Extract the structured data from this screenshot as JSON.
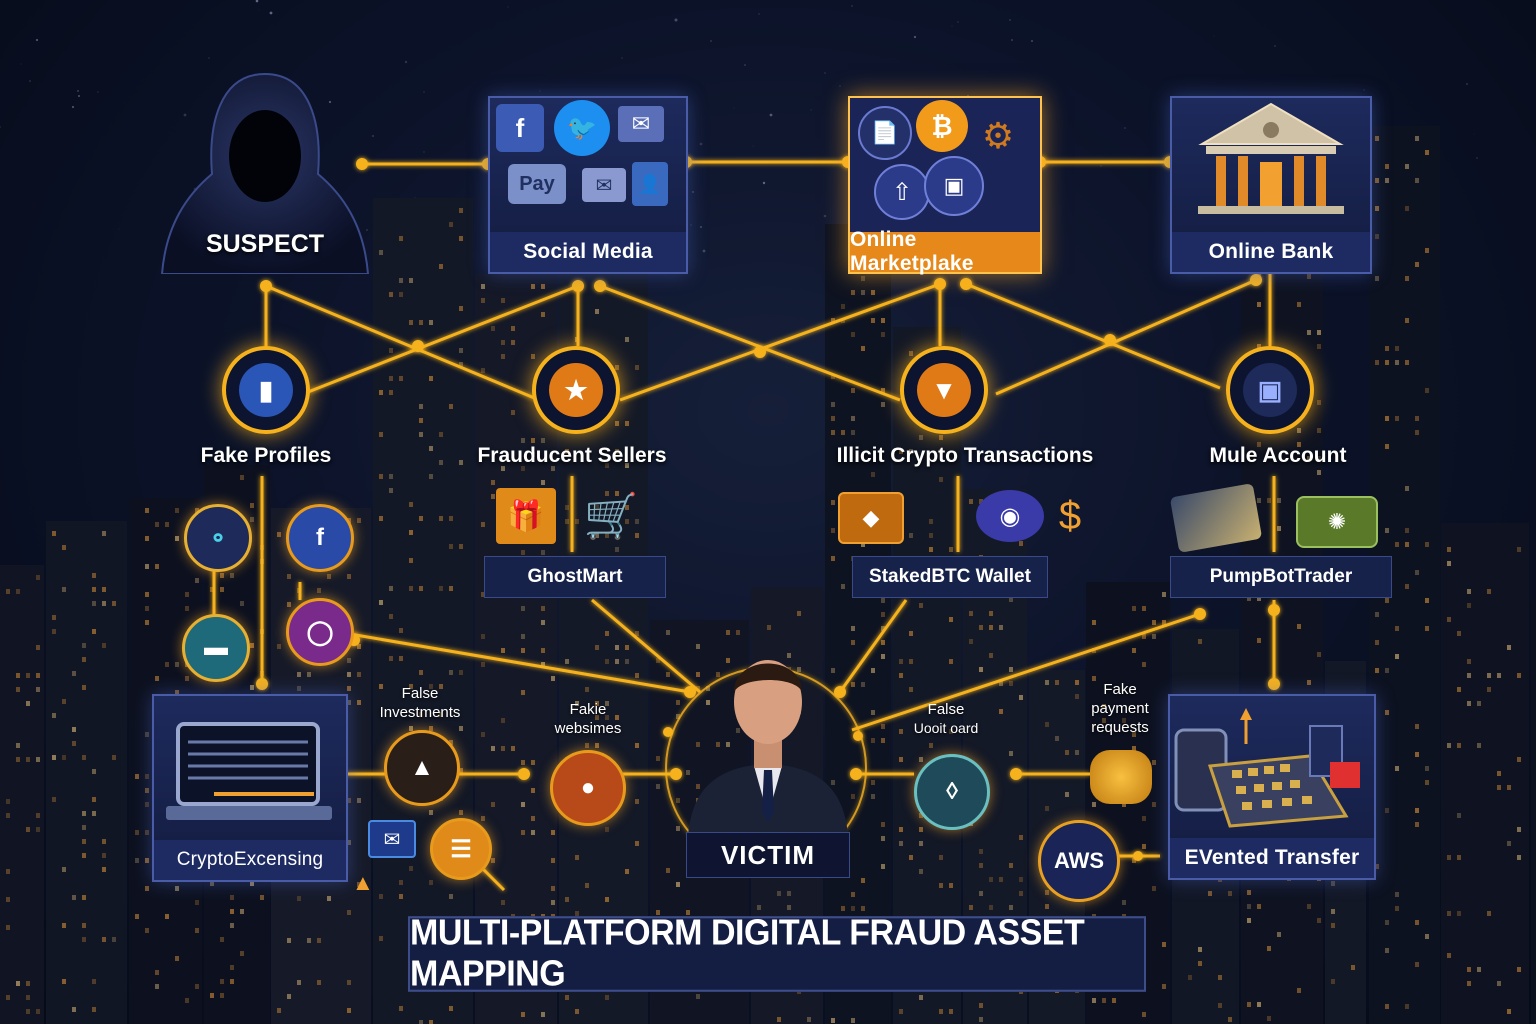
{
  "title": "MULTI-PLATFORM DIGITAL FRAUD ASSET MAPPING",
  "colors": {
    "link": "#f6b21c",
    "card_border": "#4a5ca8",
    "card_bg": "#1d2a5c",
    "accent_orange": "#e6891a",
    "background": "#0b1228"
  },
  "top_nodes": {
    "suspect": {
      "label": "SUSPECT",
      "icon": "hooded-figure-icon"
    },
    "social_media": {
      "label": "Social Media",
      "icons": [
        "facebook-icon",
        "twitter-icon",
        "mail-icon",
        "pay-icon",
        "mail-icon",
        "contact-card-icon"
      ],
      "pay_text": "Pay"
    },
    "online_marketplace": {
      "label": "Online Marketplake",
      "icons": [
        "document-icon",
        "bitcoin-icon",
        "gear-icon",
        "upload-icon",
        "camera-icon"
      ]
    },
    "online_bank": {
      "label": "Online Bank",
      "icon": "bank-building-icon"
    }
  },
  "mid_nodes": [
    {
      "label": "Fake Profiles",
      "icon": "profile-icon"
    },
    {
      "label": "Frauducent Sellers",
      "icon": "bag-icon"
    },
    {
      "label": "Illicit Crypto Transactions",
      "icon": "shield-icon"
    },
    {
      "label": "Mule Account",
      "icon": "basket-icon"
    }
  ],
  "sub_boxes": {
    "ghostmart": {
      "label": "GhostMart",
      "icons": [
        "gift-box-icon",
        "shopping-cart-icon"
      ]
    },
    "wallet": {
      "label": "StakedBTC Wallet",
      "icons": [
        "treasure-chest-icon",
        "coin-shield-icon"
      ],
      "dollar": "$"
    },
    "pumpbot": {
      "label": "PumpBotTrader",
      "icons": [
        "cash-stack-icon",
        "money-bag-icon"
      ]
    }
  },
  "bottom_boxes": {
    "crypto": {
      "label": "CryptoExcensing",
      "icon": "laptop-icon"
    },
    "transfer": {
      "label": "EVented Transfer",
      "icon": "vault-icon"
    }
  },
  "side_icons": [
    "chat-icon",
    "facebook-icon",
    "instagram-icon",
    "hat-icon"
  ],
  "victim": {
    "label": "VICTIM",
    "icon": "businessman-icon"
  },
  "annotations": {
    "false_investments": [
      "False",
      "Investments"
    ],
    "fake_websites": [
      "Fakie",
      "websimes"
    ],
    "false_board": [
      "False",
      "Uooit oard"
    ],
    "fake_payment": [
      "Fake",
      "payment",
      "requests"
    ]
  },
  "aws": {
    "label": "AWS"
  }
}
